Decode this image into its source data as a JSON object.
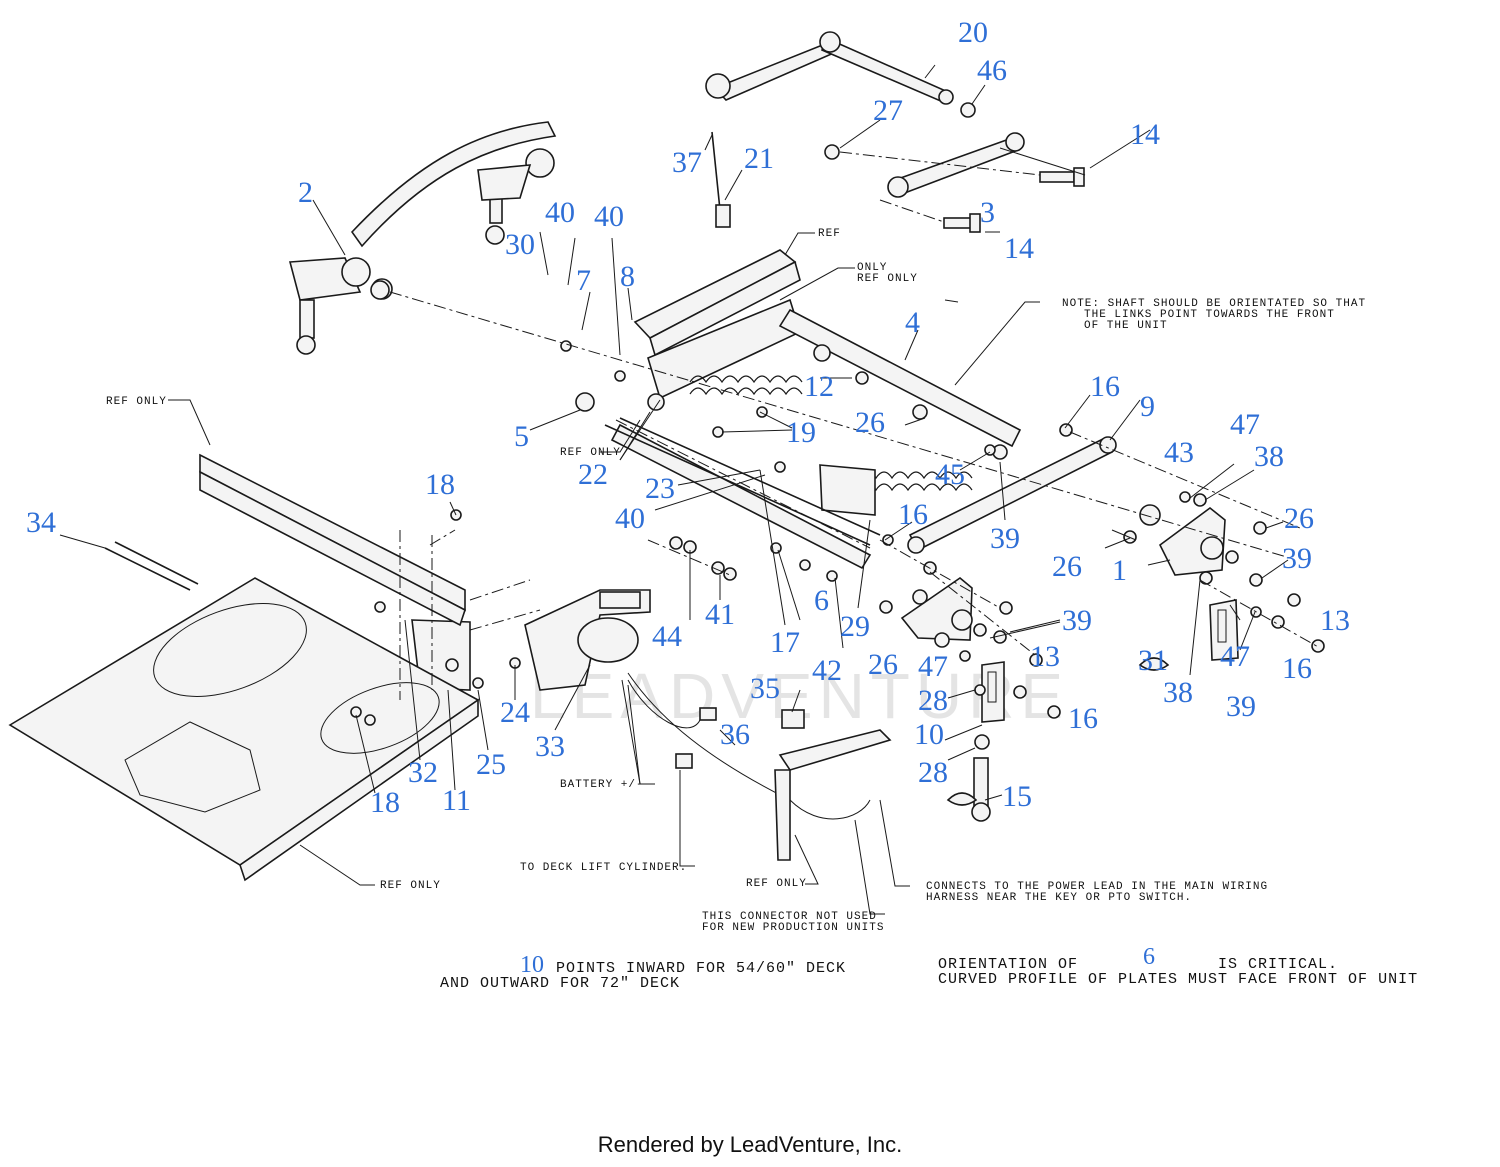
{
  "watermark": "LEADVENTURE",
  "footer": "Rendered by LeadVenture, Inc.",
  "callouts": {
    "c1": "1",
    "c2": "2",
    "c3": "3",
    "c4": "4",
    "c5": "5",
    "c6": "6",
    "c7": "7",
    "c8": "8",
    "c9": "9",
    "c10": "10",
    "c11": "11",
    "c12": "12",
    "c13a": "13",
    "c13b": "13",
    "c14a": "14",
    "c14b": "14",
    "c15": "15",
    "c16a": "16",
    "c16b": "16",
    "c16c": "16",
    "c16d": "16",
    "c17": "17",
    "c18a": "18",
    "c18b": "18",
    "c19": "19",
    "c20": "20",
    "c21": "21",
    "c22": "22",
    "c23": "23",
    "c24": "24",
    "c25": "25",
    "c26a": "26",
    "c26b": "26",
    "c26c": "26",
    "c26d": "26",
    "c27": "27",
    "c28a": "28",
    "c28b": "28",
    "c29": "29",
    "c30": "30",
    "c31": "31",
    "c32": "32",
    "c33": "33",
    "c34": "34",
    "c35": "35",
    "c36": "36",
    "c37": "37",
    "c38a": "38",
    "c38b": "38",
    "c39a": "39",
    "c39b": "39",
    "c39c": "39",
    "c39d": "39",
    "c40a": "40",
    "c40b": "40",
    "c40c": "40",
    "c41": "41",
    "c42": "42",
    "c43": "43",
    "c44": "44",
    "c45": "45",
    "c46": "46",
    "c47a": "47",
    "c47b": "47",
    "c47c": "47"
  },
  "labels": {
    "ref_only_1": "REF ONLY",
    "ref_only_2a": "REF",
    "ref_only_2b": "ONLY",
    "ref_only_3": "REF ONLY",
    "ref_only_4": "REF ONLY",
    "ref_only_5": "REF ONLY",
    "ref_only_6": "REF ONLY",
    "shaft_note_1": "NOTE: SHAFT SHOULD BE ORIENTATED SO THAT",
    "shaft_note_2": "THE LINKS POINT TOWARDS THE FRONT",
    "shaft_note_3": "OF THE UNIT",
    "battery": "BATTERY +/-",
    "deck_lift": "TO DECK LIFT CYLINDER.",
    "connects_1": "CONNECTS TO THE POWER LEAD IN THE MAIN WIRING",
    "connects_2": "HARNESS NEAR THE KEY OR PTO SWITCH.",
    "connector_1": "THIS CONNECTOR NOT USED",
    "connector_2": "FOR NEW PRODUCTION UNITS"
  },
  "notes": {
    "note1_num": "10",
    "note1_line1": "POINTS INWARD FOR 54/60\" DECK",
    "note1_line2": "AND OUTWARD FOR 72\" DECK",
    "note2_pre": "ORIENTATION OF",
    "note2_num": "6",
    "note2_post": "IS CRITICAL.",
    "note2_line2": "CURVED PROFILE OF PLATES MUST FACE FRONT OF UNIT"
  }
}
